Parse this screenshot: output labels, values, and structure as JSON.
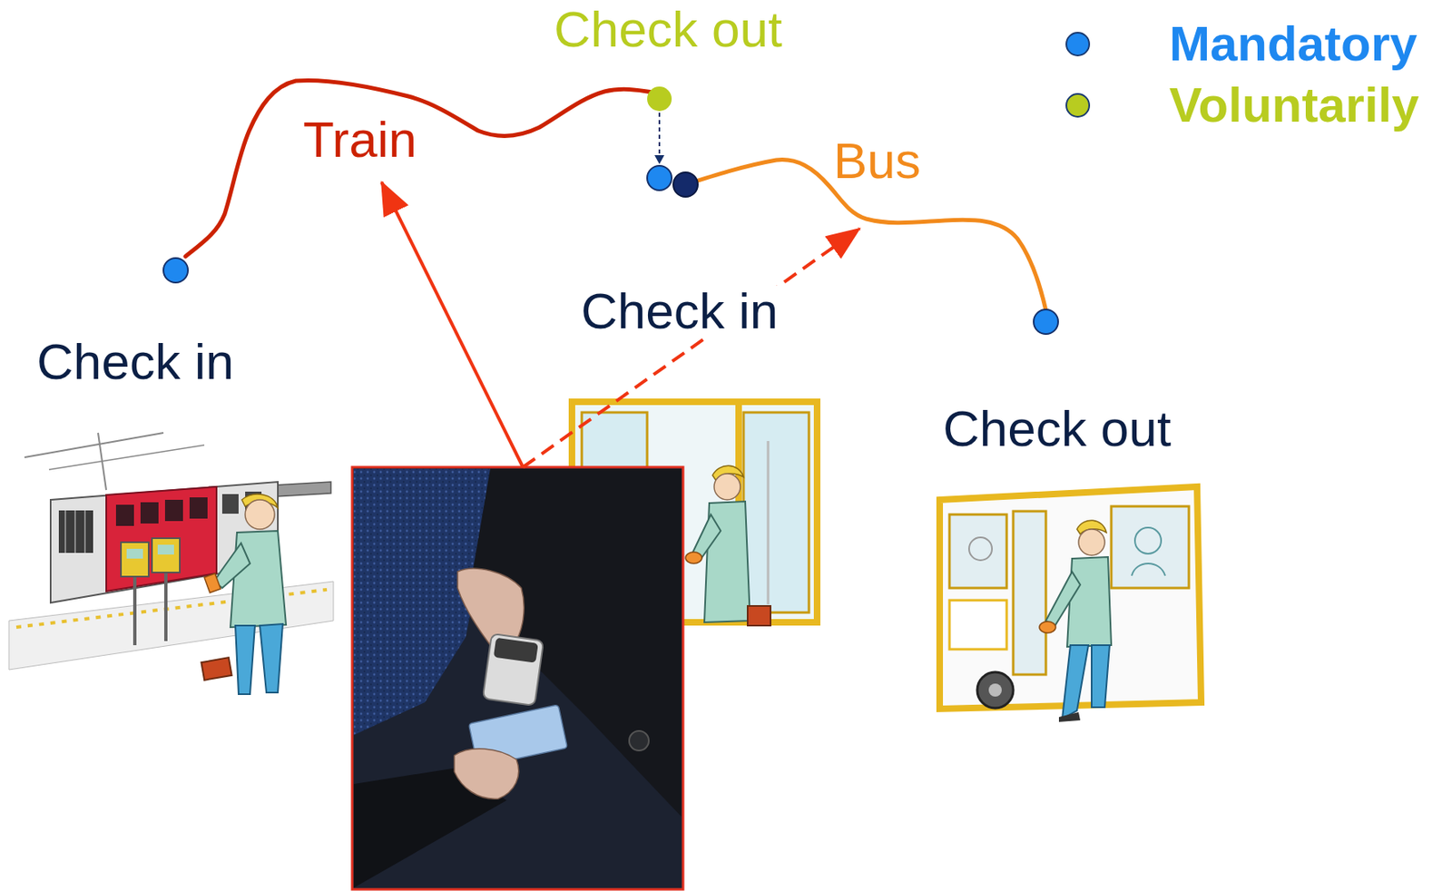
{
  "diagram": {
    "labels": [
      "Check out",
      "Train",
      "Bus",
      "Check in",
      "Check in",
      "Check out"
    ],
    "legend": [
      {
        "text": "Mandatory",
        "color": "#1e88f0"
      },
      {
        "text": "Voluntarily",
        "color": "#b8cc20"
      }
    ]
  }
}
